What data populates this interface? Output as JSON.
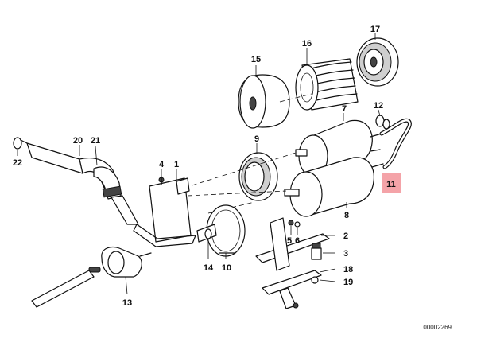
{
  "diagram": {
    "reference_code": "00002269",
    "highlight_color": "#f4a3a8",
    "parts": [
      {
        "id": "p1",
        "number": "1"
      },
      {
        "id": "p2",
        "number": "2"
      },
      {
        "id": "p3",
        "number": "3"
      },
      {
        "id": "p4",
        "number": "4"
      },
      {
        "id": "p5",
        "number": "5"
      },
      {
        "id": "p6",
        "number": "6"
      },
      {
        "id": "p7",
        "number": "7"
      },
      {
        "id": "p8",
        "number": "8"
      },
      {
        "id": "p9",
        "number": "9"
      },
      {
        "id": "p10",
        "number": "10"
      },
      {
        "id": "p11",
        "number": "11",
        "highlighted": true
      },
      {
        "id": "p12",
        "number": "12"
      },
      {
        "id": "p13",
        "number": "13"
      },
      {
        "id": "p14",
        "number": "14"
      },
      {
        "id": "p15",
        "number": "15"
      },
      {
        "id": "p16",
        "number": "16"
      },
      {
        "id": "p17",
        "number": "17"
      },
      {
        "id": "p18",
        "number": "18"
      },
      {
        "id": "p19",
        "number": "19"
      },
      {
        "id": "p20",
        "number": "20"
      },
      {
        "id": "p21",
        "number": "21"
      },
      {
        "id": "p22",
        "number": "22"
      }
    ]
  }
}
